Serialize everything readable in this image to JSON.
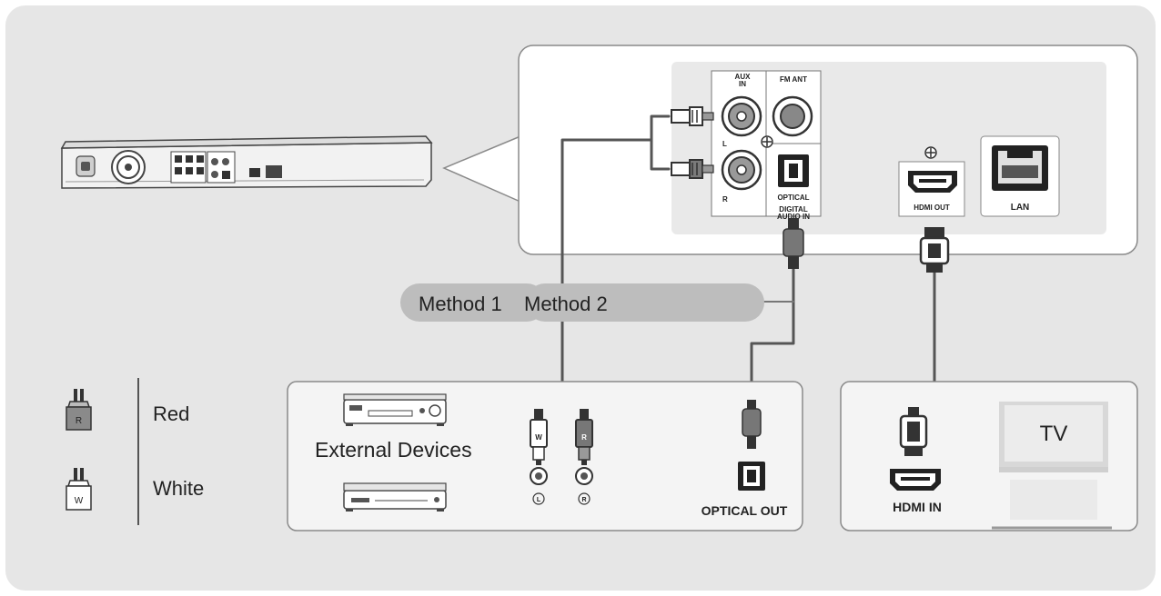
{
  "panel": {
    "aux_in": "AUX IN",
    "fm_ant": "FM ANT",
    "l": "L",
    "r": "R",
    "optical": "OPTICAL",
    "digital_audio_in": "DIGITAL AUDIO IN",
    "hdmi_out": "HDMI OUT",
    "lan": "LAN"
  },
  "methods": {
    "method1": "Method 1",
    "method2": "Method 2"
  },
  "legend": {
    "red_letter": "R",
    "red_label": "Red",
    "white_letter": "W",
    "white_label": "White"
  },
  "external": {
    "title": "External Devices",
    "plug_w": "W",
    "plug_r": "R",
    "jack_l": "L",
    "jack_r": "R",
    "optical_out": "OPTICAL OUT"
  },
  "tv": {
    "label": "TV",
    "hdmi_in": "HDMI IN"
  },
  "colors": {
    "background": "#e6e6e6",
    "panel": "#ffffff",
    "panel_inner": "#e9e9e9",
    "pill": "#bdbdbd",
    "cable": "#555555"
  }
}
